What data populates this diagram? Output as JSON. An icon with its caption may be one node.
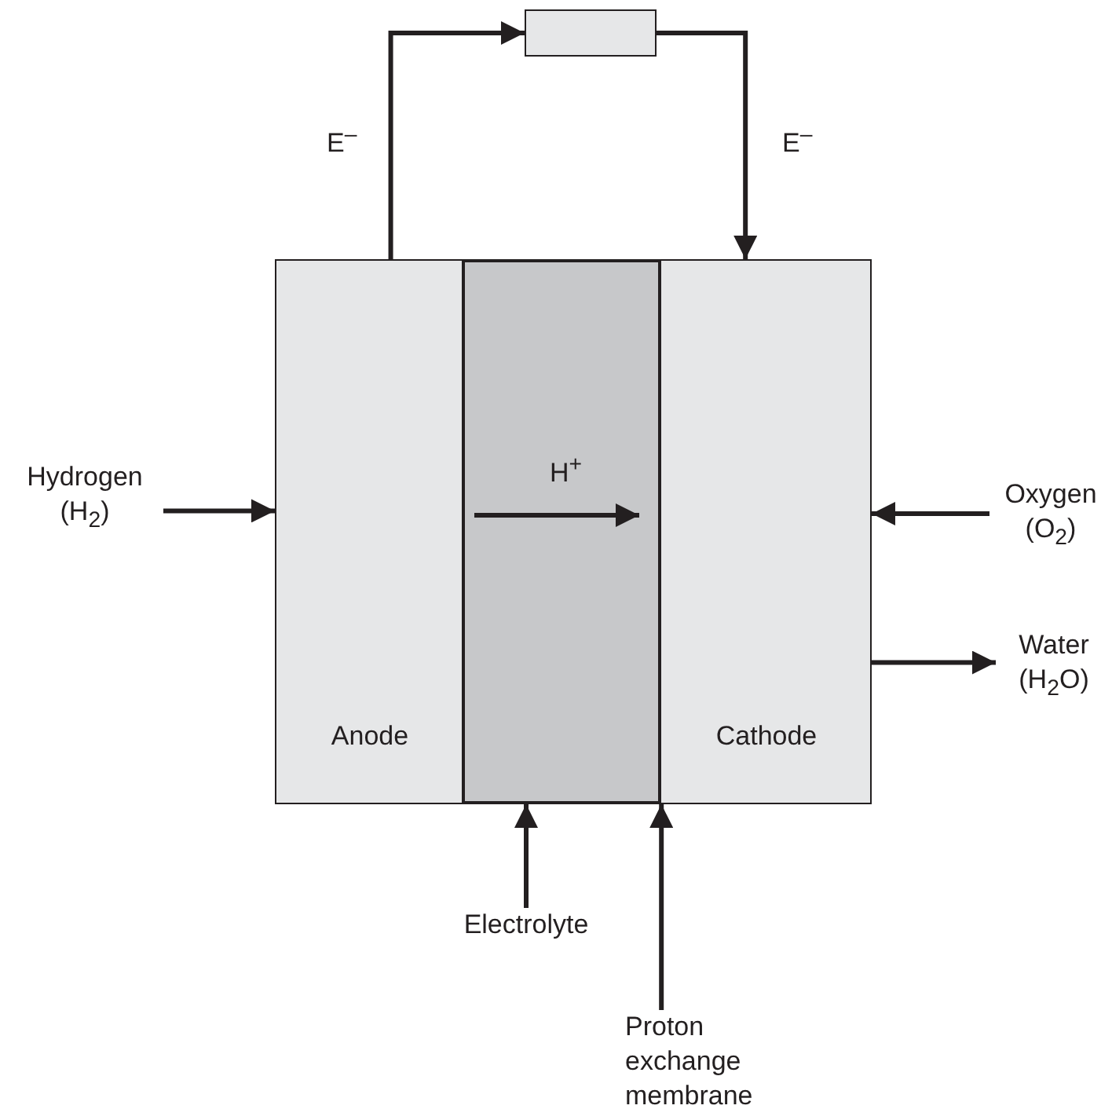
{
  "diagram": {
    "nodes": [
      {
        "text": [],
        "shape": "box"
      },
      {
        "text": [
          "Anode"
        ]
      },
      {
        "text": [],
        "shape": "box"
      },
      {
        "text": [
          "Cathode"
        ]
      },
      {
        "text": [
          "Hydrogen (H$_{2}$)"
        ]
      },
      {
        "text": [
          "Oxygen (O$_{2}$)"
        ]
      },
      {
        "text": [
          "Water (H$_{2}$O)"
        ]
      },
      {
        "text": [
          "Electrolyte"
        ]
      },
      {
        "text": [
          "Proton exchange membrane"
        ]
      }
    ],
    "edges": [
      {
        "from": 1,
        "to": 0,
        "arrow": "to",
        "label": "E$^{–}$"
      },
      {
        "from": 0,
        "to": 3,
        "arrow": "to",
        "label": "E$^{–}$"
      },
      {
        "from": 4,
        "to": 1,
        "arrow": "to"
      },
      {
        "from": 5,
        "to": 3,
        "arrow": "to"
      },
      {
        "from": 3,
        "to": 6,
        "arrow": "to"
      },
      {
        "from": 7,
        "to": 2,
        "arrow": "to"
      },
      {
        "from": 8,
        "to": 2,
        "arrow": "to"
      }
    ],
    "labels": [
      "H$^{+}$"
    ]
  }
}
